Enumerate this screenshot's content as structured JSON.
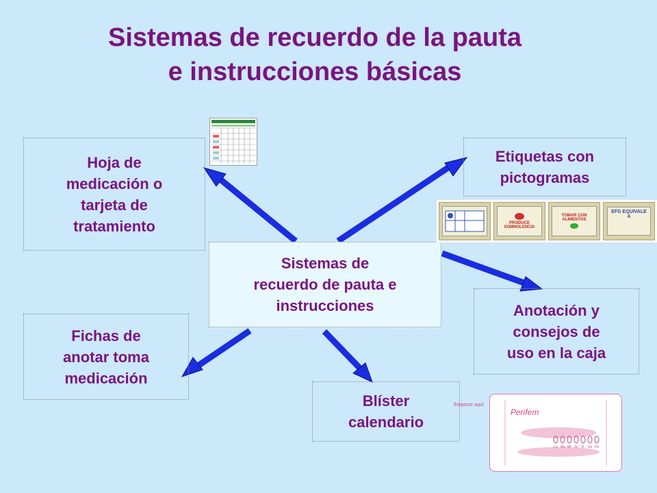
{
  "title": {
    "line1": "Sistemas de recuerdo de la pauta",
    "line2": "e instrucciones básicas"
  },
  "center": {
    "line1": "Sistemas de",
    "line2": "recuerdo de pauta e",
    "line3": "instrucciones"
  },
  "nodes": {
    "hoja": [
      "Hoja de",
      "medicación o",
      "tarjeta de",
      "tratamiento"
    ],
    "etiquetas": [
      "Etiquetas con",
      "pictogramas"
    ],
    "anotacion": [
      "Anotación y",
      "consejos de",
      "uso en la caja"
    ],
    "fichas": [
      "Fichas de",
      "anotar toma",
      "medicación"
    ],
    "blister": [
      "Blíster",
      "calendario"
    ]
  },
  "pictograms": {
    "p2": "PRODUCE SOMNOLENCIA",
    "p3": "TOMAR CON ALIMENTOS",
    "p4": "EFG EQUIVALE A"
  },
  "blister_image": {
    "brand": "Perifem",
    "side_label": "Empezar aquí",
    "days": [
      "Lu",
      "Ma",
      "Mi",
      "Ju",
      "Vi",
      "Sa",
      "Do"
    ]
  },
  "colors": {
    "background": "#cce8fb",
    "text": "#7a1480",
    "arrow": "#1a2de0"
  }
}
